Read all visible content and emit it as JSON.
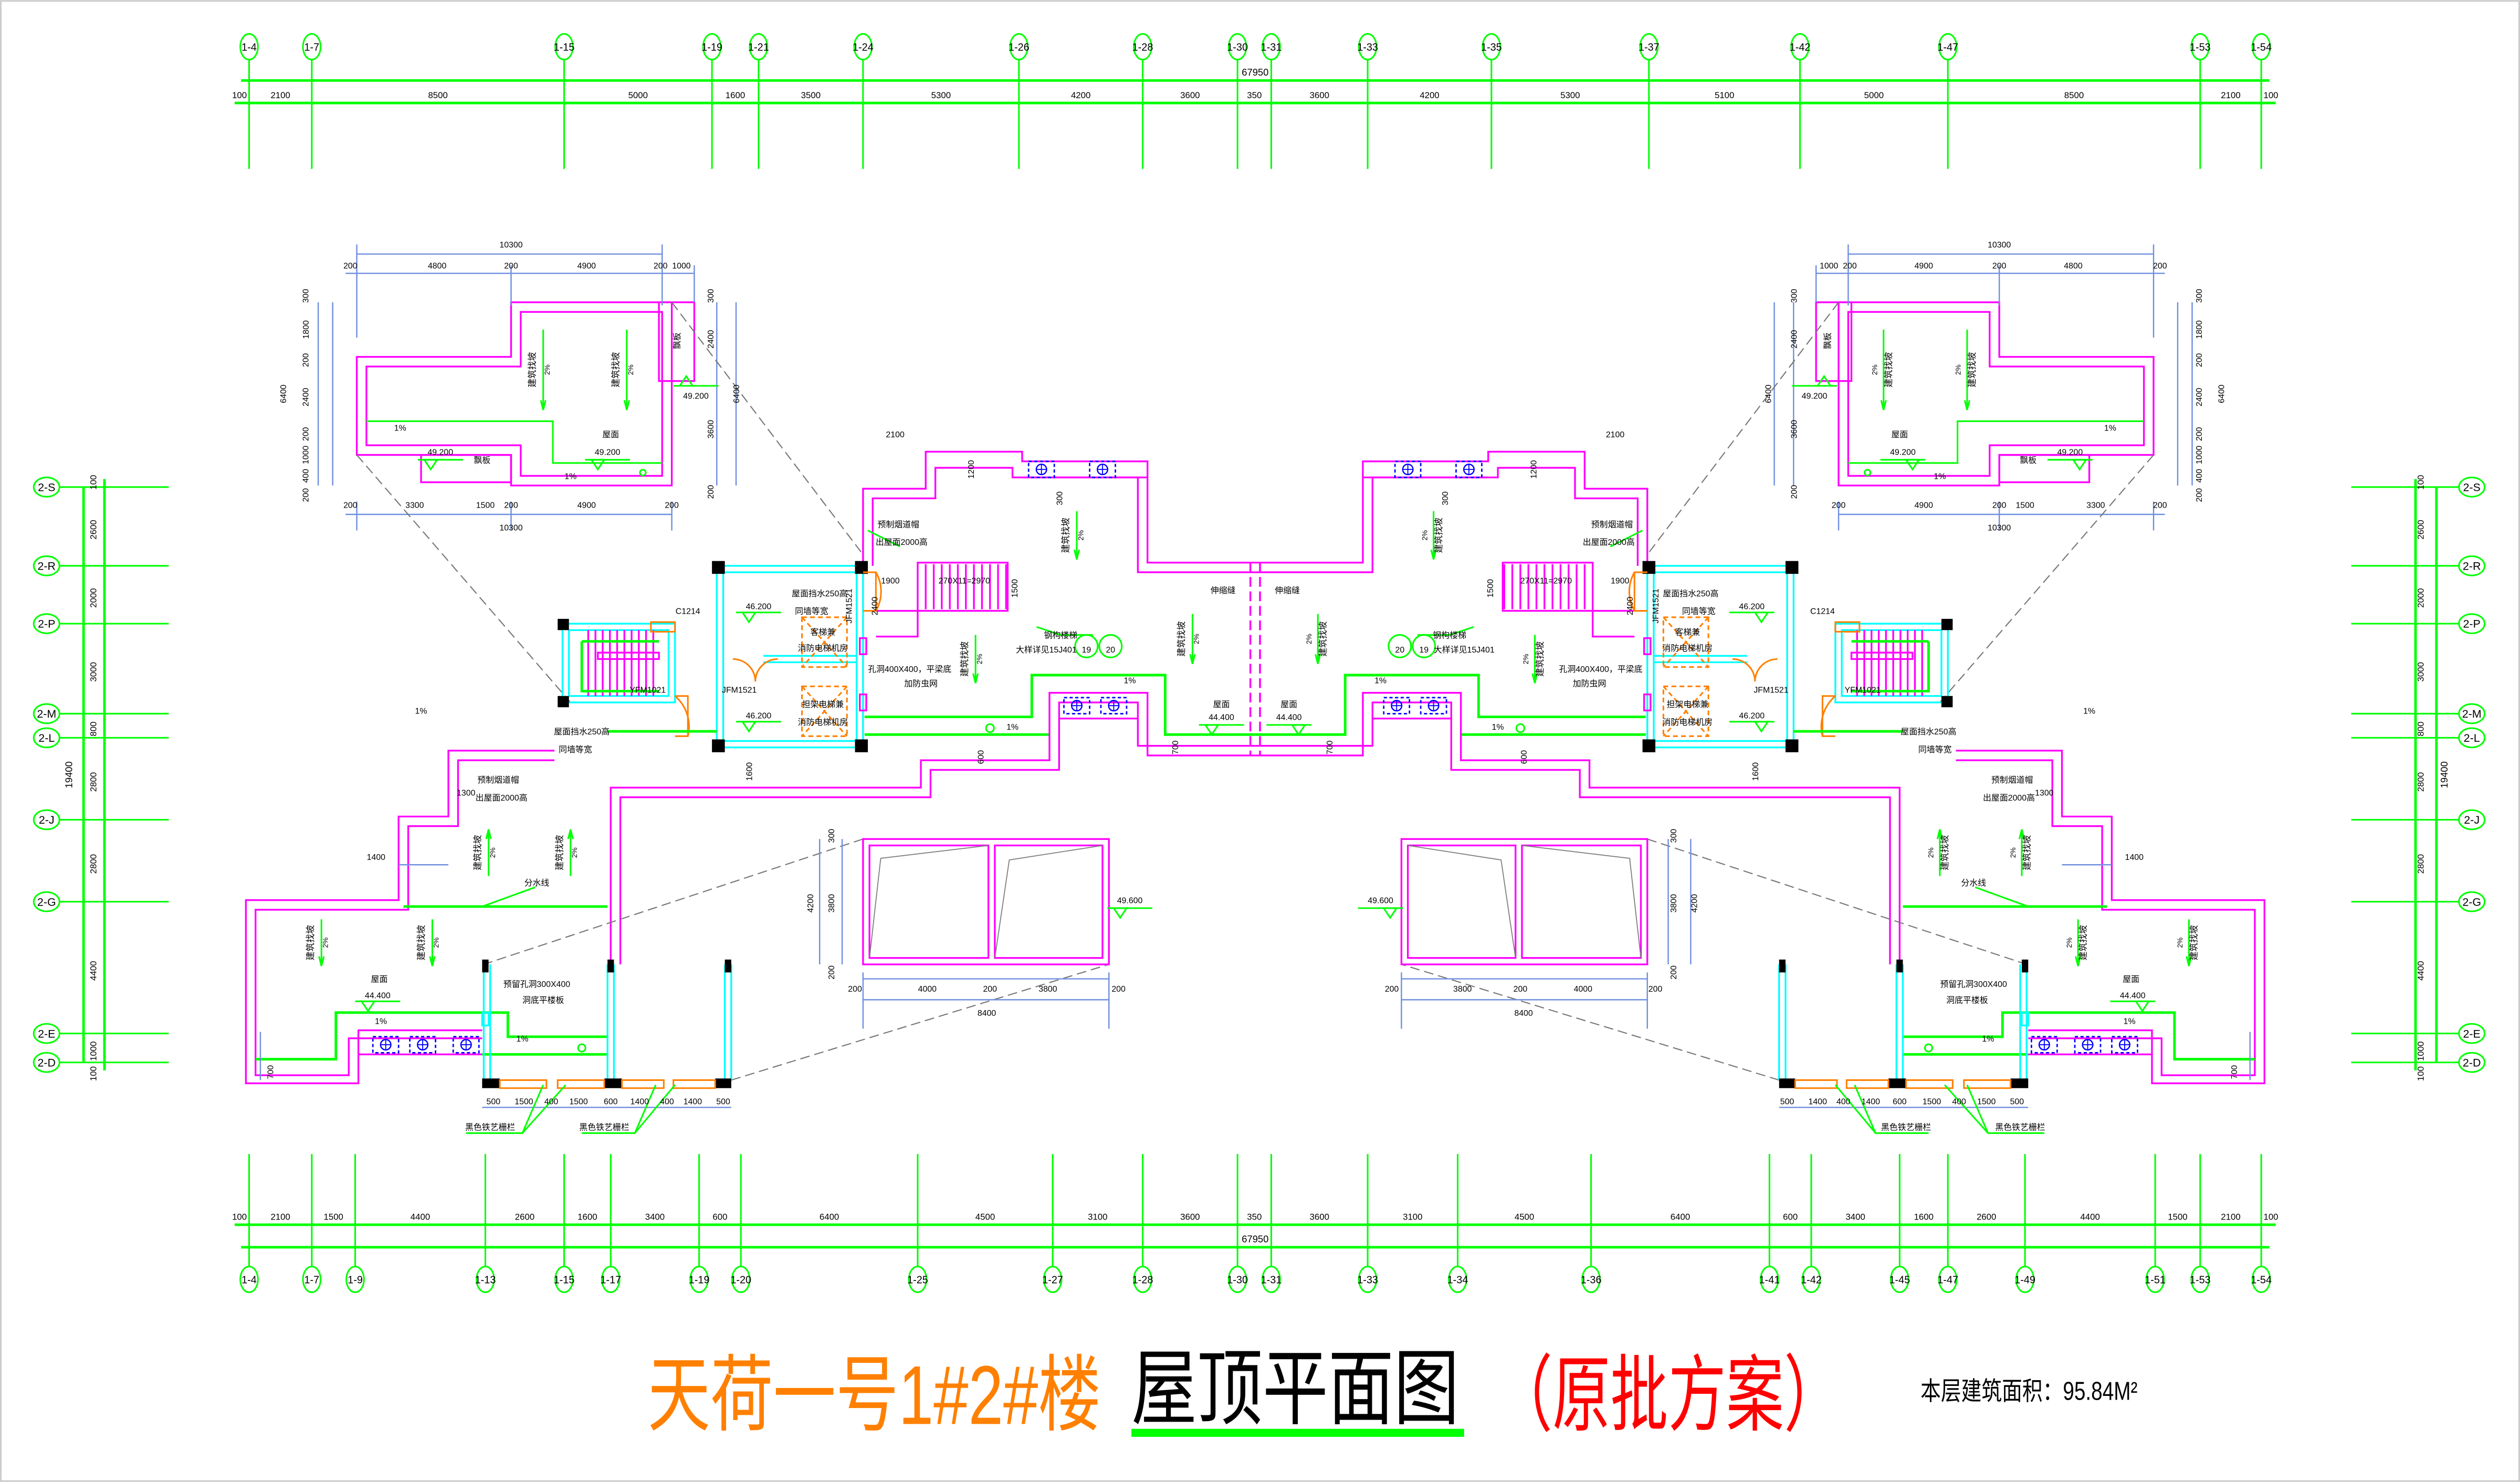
{
  "drawing": {
    "title_project": "天荷一号1#2#楼",
    "title_drawing": "屋顶平面图",
    "title_note": "（原批方案）",
    "area_note": "本层建筑面积：95.84M²",
    "colors": {
      "project": "#ff8000",
      "note": "#ff0000",
      "underline": "#00ff00",
      "axis": "#00ff00",
      "wall": "#ff00ff",
      "core": "#00ffff"
    }
  },
  "top_axes": {
    "labels": [
      "1-4",
      "1-7",
      "1-15",
      "1-19",
      "1-21",
      "1-24",
      "1-26",
      "1-28",
      "1-30",
      "1-31",
      "1-33",
      "1-35",
      "1-37",
      "1-42",
      "1-47",
      "1-53",
      "1-54"
    ],
    "total": "67950",
    "dims": [
      "100",
      "2100",
      "8500",
      "5000",
      "1600",
      "3500",
      "5300",
      "4200",
      "3600",
      "350",
      "3600",
      "4200",
      "5300",
      "5100",
      "5000",
      "8500",
      "2100",
      "100"
    ]
  },
  "bottom_axes": {
    "labels": [
      "1-4",
      "1-7",
      "1-9",
      "1-13",
      "1-15",
      "1-17",
      "1-19",
      "1-20",
      "1-25",
      "1-27",
      "1-28",
      "1-30",
      "1-31",
      "1-33",
      "1-34",
      "1-36",
      "1-41",
      "1-42",
      "1-45",
      "1-47",
      "1-49",
      "1-51",
      "1-53",
      "1-54"
    ],
    "total": "67950",
    "dims": [
      "100",
      "2100",
      "1500",
      "4400",
      "2600",
      "1600",
      "3400",
      "600",
      "6400",
      "4500",
      "3100",
      "3600",
      "350",
      "3600",
      "3100",
      "4500",
      "6400",
      "600",
      "3400",
      "1600",
      "2600",
      "4400",
      "1500",
      "2100",
      "100"
    ]
  },
  "side_axes": {
    "labels": [
      "2-S",
      "2-R",
      "2-P",
      "2-M",
      "2-L",
      "2-J",
      "2-G",
      "2-E",
      "2-D"
    ],
    "total": "19400",
    "dims": [
      "100",
      "2600",
      "2000",
      "3000",
      "800",
      "2800",
      "2800",
      "4400",
      "1000",
      "100"
    ]
  },
  "slope": {
    "label": "建筑找坡",
    "value": "2%"
  },
  "plan_labels": {
    "ph_total_top": "10300",
    "ph_d1": "200",
    "ph_d2": "4800",
    "ph_d3": "200",
    "ph_d4": "4900",
    "ph_d5": "200",
    "ph_d6": "1000",
    "ph_b1": "200",
    "ph_b2": "3300",
    "ph_b3": "1500",
    "ph_b4": "200",
    "ph_b5": "4900",
    "ph_b6": "200",
    "ph_total_bottom": "10300",
    "ph_l1": "300",
    "ph_l2": "1800",
    "ph_l3": "200",
    "ph_l4": "2400",
    "ph_l5": "200",
    "ph_l6": "1000",
    "ph_l7": "400",
    "ph_l8": "200",
    "ph_ltotal": "6400",
    "ph_r1": "300",
    "ph_r2": "2400",
    "ph_r3": "3600",
    "ph_r4": "200",
    "ph_rtotal": "6400",
    "ph_elev1": "49.200",
    "ph_elev2": "49.200",
    "ph_roof": "屋面",
    "ph_elev3": "49.200",
    "ph_flap1": "飘板",
    "ph_flap2": "飘板",
    "ph_pct1": "1%",
    "ph_pct2": "1%",
    "c_2100": "2100",
    "c_1200": "1200",
    "c_300": "300",
    "c_flue1": "预制烟道帽",
    "c_flue2": "出屋面2000高",
    "c_stair": "270X11=2970",
    "c_1900": "1900",
    "c_2400": "2400",
    "c_1500": "1500",
    "c_jfm1": "JFM1521",
    "c_wall1": "屋面挡水250高",
    "c_wall1b": "同墙等宽",
    "c_elev1": "46.200",
    "c_c1214": "C1214",
    "c_lift1a": "客梯兼",
    "c_lift1b": "消防电梯机房",
    "c_steel": "钢构楼梯",
    "c_steel2": "大样详见15J401",
    "c_19": "19",
    "c_20": "20",
    "c_hole": "孔洞400X400，平梁底",
    "c_hole2": "加防虫网",
    "c_yfm": "YFM1021",
    "c_jfm2": "JFM1521",
    "c_lift2a": "担架电梯兼",
    "c_lift2b": "消防电梯机房",
    "c_elev2": "46.200",
    "c_pct1": "1%",
    "c_pct2": "1%",
    "c_pct3": "1%",
    "c_wall2": "屋面挡水250高",
    "c_wall2b": "同墙等宽",
    "c_joint": "伸缩缝",
    "c_roof": "屋面",
    "c_elev3": "44.400",
    "c_700": "700",
    "c_1600": "1600",
    "c_600": "600",
    "w_1300": "1300",
    "w_flue1": "预制烟道帽",
    "w_flue2": "出屋面2000高",
    "w_1400": "1400",
    "w_divide": "分水线",
    "w_roof": "屋面",
    "w_elev": "44.400",
    "w_hole": "预留孔洞300X400",
    "w_hole2": "洞底平楼板",
    "w_pct1": "1%",
    "w_pct2": "1%",
    "w_700": "700",
    "r1": "500",
    "r2": "1500",
    "r3": "400",
    "r4": "1500",
    "r5": "600",
    "r6": "1400",
    "r7": "400",
    "r8": "1400",
    "r9": "500",
    "w_fence1": "黑色铁艺栅栏",
    "w_fence2": "黑色铁艺栅栏",
    "b_300": "300",
    "b_4200": "4200",
    "b_3800v": "3800",
    "b_200v": "200",
    "b_elev": "49.600",
    "b_200a": "200",
    "b_4000": "4000",
    "b_200b": "200",
    "b_3800": "3800",
    "b_200c": "200",
    "b_8400": "8400"
  }
}
